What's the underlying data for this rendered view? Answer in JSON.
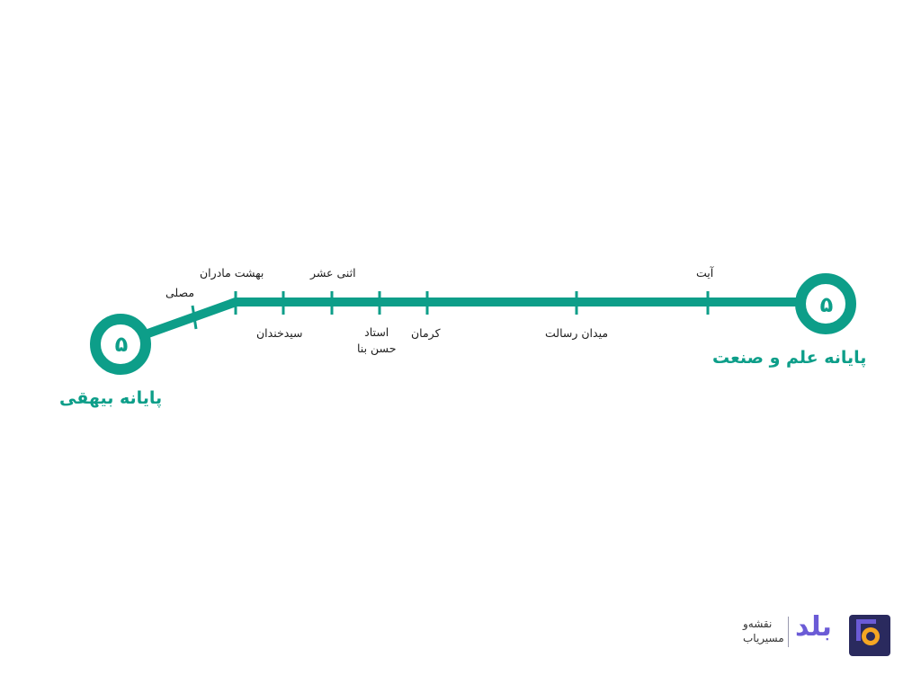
{
  "line": {
    "number": "۵",
    "color": "#0d9e89",
    "start_terminal": "پایانه بیهقی",
    "end_terminal": "پایانه علم و صنعت"
  },
  "stations": [
    {
      "id": "mosalla",
      "name": "مصلی"
    },
    {
      "id": "behesht-madaran",
      "name": "بهشت مادران"
    },
    {
      "id": "seyed-khandan",
      "name": "سیدخندان"
    },
    {
      "id": "asna-ashar",
      "name": "اثنی عشر"
    },
    {
      "id": "ostad-hasan-banna",
      "name": "استاد\nحسن بنا"
    },
    {
      "id": "kerman",
      "name": "کرمان"
    },
    {
      "id": "meydan-resalat",
      "name": "میدان رسالت"
    },
    {
      "id": "ayat",
      "name": "آیت"
    }
  ],
  "brand": {
    "name": "بلد",
    "tagline_1": "نقشه‌و",
    "tagline_2": "مسیریاب",
    "logo_bg": "#2a2a5e",
    "logo_accent": "#f5a623",
    "name_color": "#6b5bd6"
  }
}
